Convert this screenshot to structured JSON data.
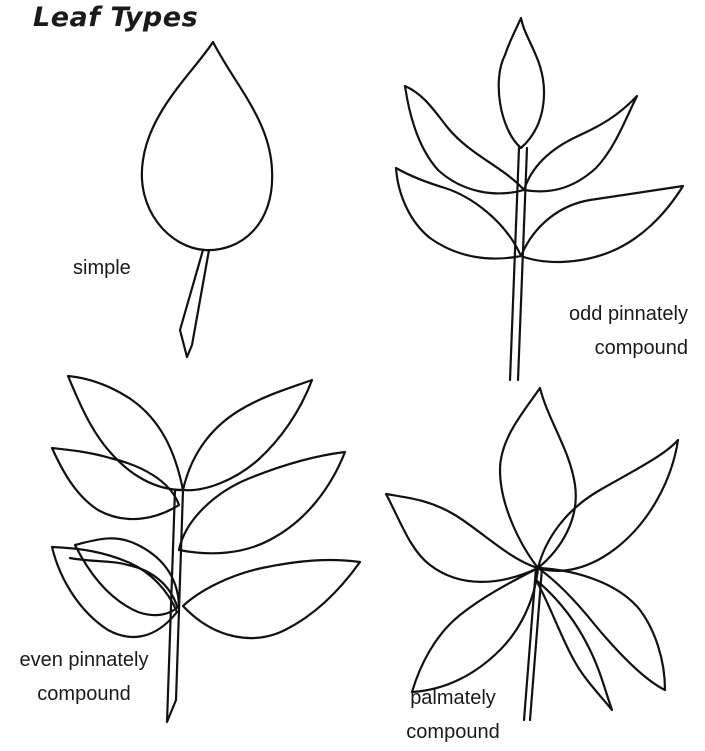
{
  "title": "Leaf Types",
  "leaves": [
    {
      "id": "simple",
      "lines": [
        "simple"
      ]
    },
    {
      "id": "odd-pinnately-compound",
      "lines": [
        "odd pinnately",
        "compound"
      ]
    },
    {
      "id": "even-pinnately-compound",
      "lines": [
        "even pinnately",
        "compound"
      ]
    },
    {
      "id": "palmately-compound",
      "lines": [
        "palmately",
        "compound"
      ]
    }
  ]
}
